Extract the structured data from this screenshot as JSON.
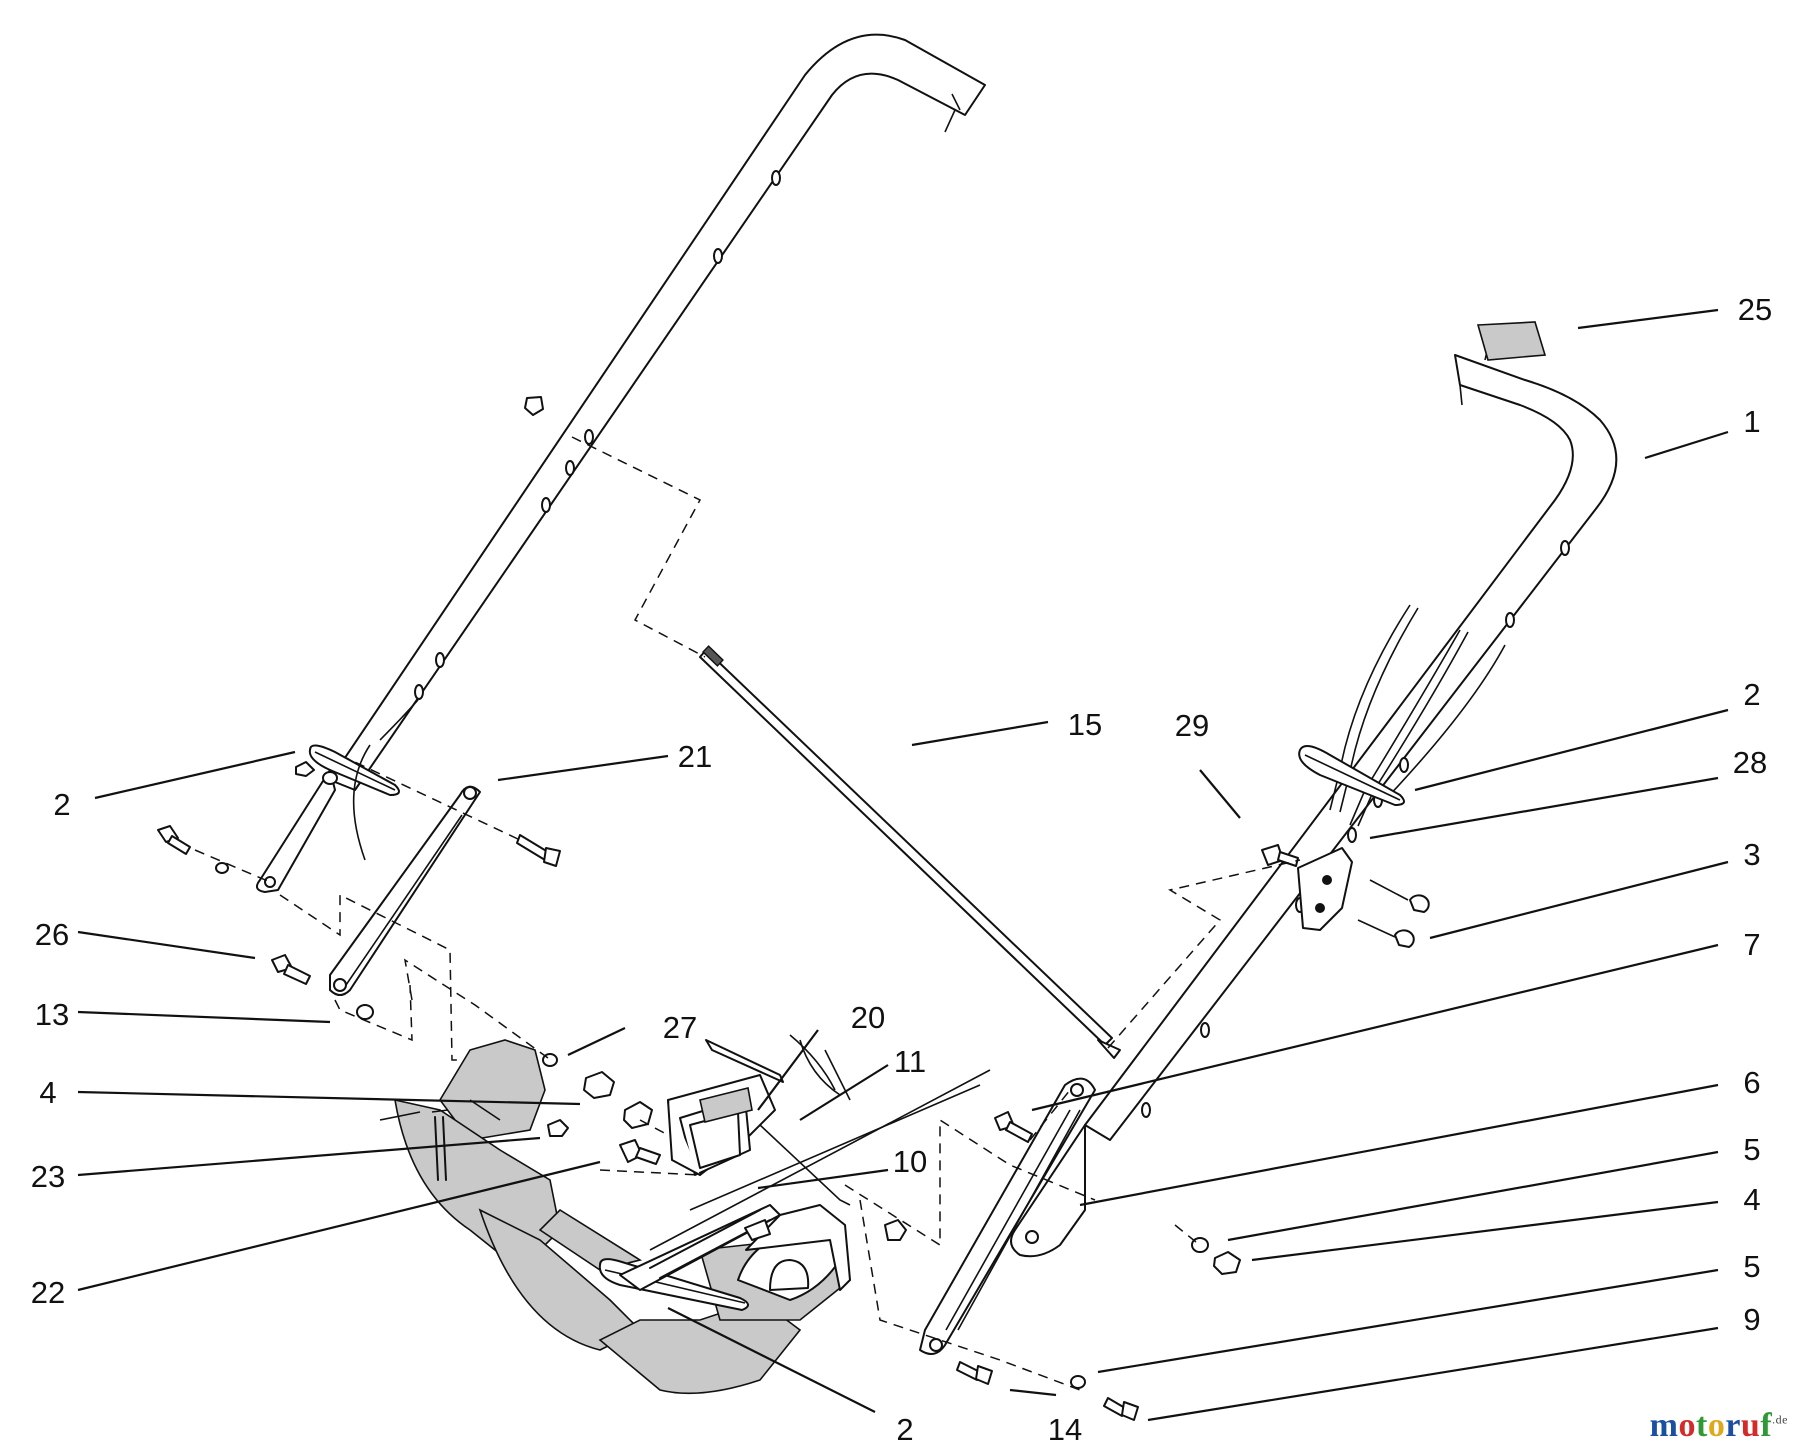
{
  "labels": {
    "l25": "25",
    "l1": "1",
    "l2_right": "2",
    "l28": "28",
    "l3": "3",
    "l7": "7",
    "l6": "6",
    "l5_a": "5",
    "l4_right": "4",
    "l5_b": "5",
    "l9": "9",
    "l14": "14",
    "l2_bottom": "2",
    "l10": "10",
    "l11": "11",
    "l20": "20",
    "l29": "29",
    "l15": "15",
    "l21": "21",
    "l2_left": "2",
    "l26": "26",
    "l13": "13",
    "l27": "27",
    "l4_left": "4",
    "l23": "23",
    "l22": "22"
  },
  "watermark": {
    "letters": [
      "m",
      "o",
      "t",
      "o",
      "r",
      "u",
      "f"
    ],
    "colors": [
      "#1a4fa3",
      "#d42a2a",
      "#2f9a35",
      "#e0a81c",
      "#1a4fa3",
      "#d42a2a",
      "#2f9a35"
    ],
    "suffix": ".de"
  }
}
